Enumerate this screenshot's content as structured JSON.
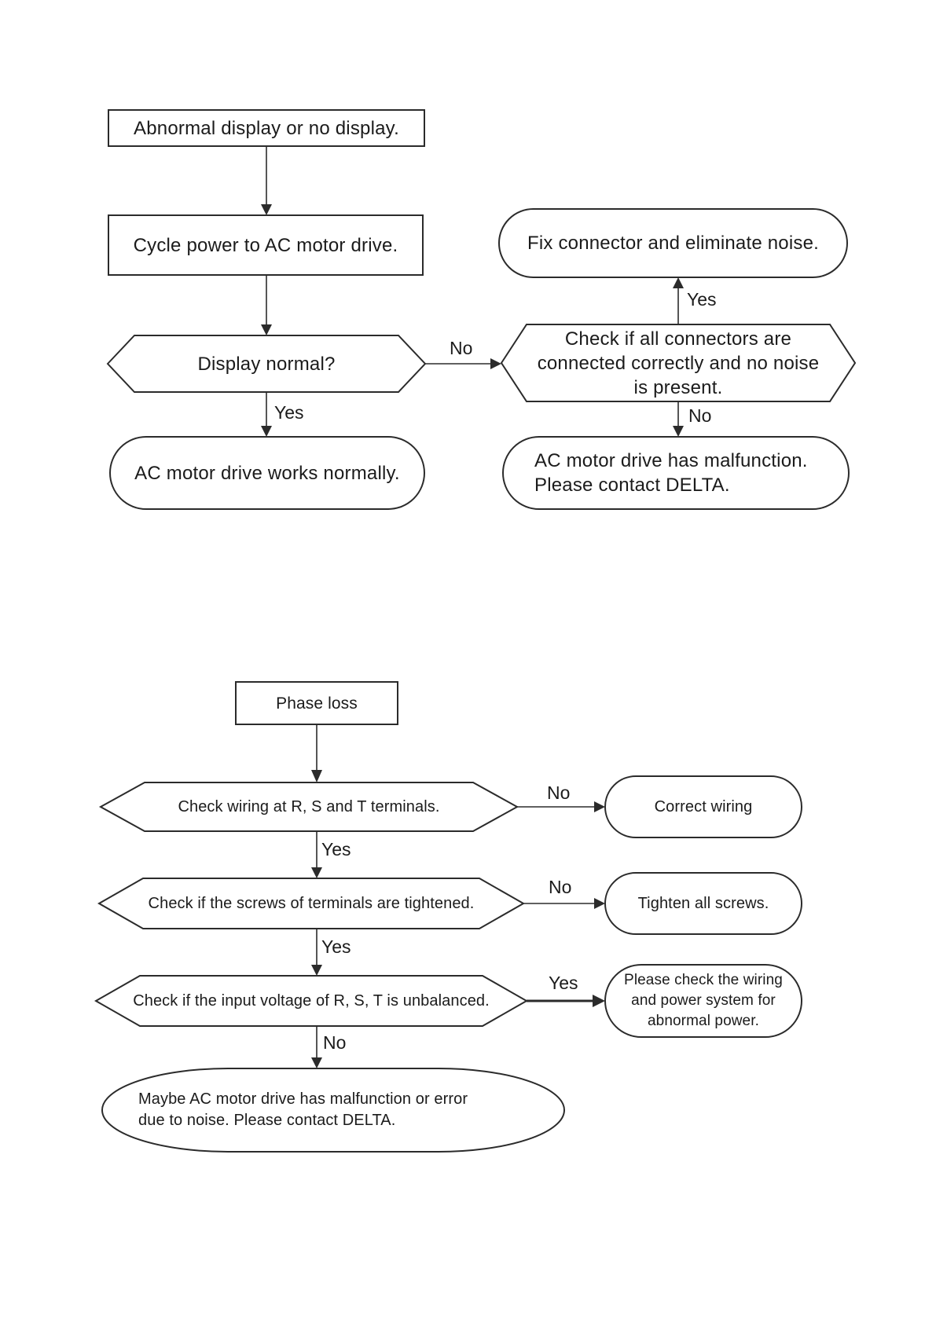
{
  "labels": {
    "yes": "Yes",
    "no": "No"
  },
  "flowchart_display": {
    "nodes": {
      "start": "Abnormal display or no display.",
      "cycle_power": "Cycle power to AC motor drive.",
      "display_normal": "Display normal?",
      "works_normally": "AC motor drive works normally.",
      "check_connectors": "Check if all connectors are\nconnected correctly and no noise\nis present.",
      "fix_connector": "Fix connector and eliminate noise.",
      "malfunction": "AC motor drive has malfunction.\nPlease contact DELTA."
    }
  },
  "flowchart_phase_loss": {
    "nodes": {
      "phase_loss": "Phase loss",
      "check_wiring": "Check wiring at R, S and T terminals.",
      "correct_wiring": "Correct wiring",
      "check_screws": "Check if the screws of terminals are tightened.",
      "tighten_screws": "Tighten all screws.",
      "check_voltage": "Check if the input voltage of R, S, T is unbalanced.",
      "check_power_system": "Please check the wiring\nand power system for\nabnormal power.",
      "maybe_malfunction": "Maybe AC motor drive has malfunction or error\ndue to noise. Please contact DELTA."
    }
  }
}
